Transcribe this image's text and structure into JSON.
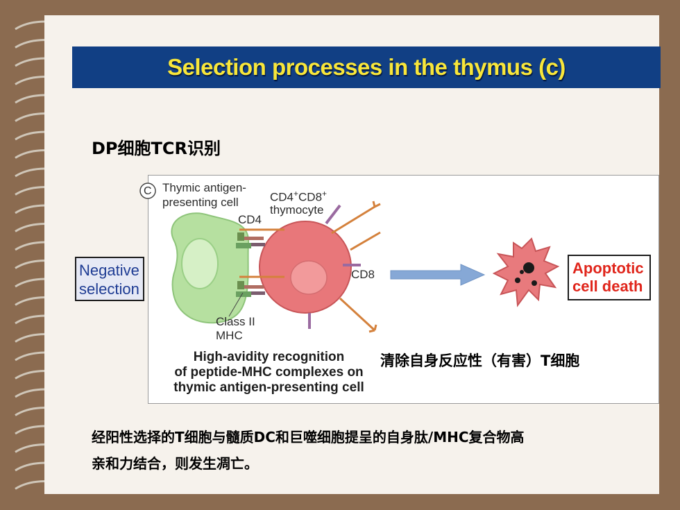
{
  "slide": {
    "title": "Selection processes in the thymus (c)",
    "heading": "DP细胞TCR识别",
    "panel_letter": "C",
    "labels": {
      "thymic_apc_1": "Thymic antigen-",
      "thymic_apc_2": "presenting cell",
      "cd4": "CD4",
      "thymocyte_1": "CD4",
      "thymocyte_sup1": "+",
      "thymocyte_mid": "CD8",
      "thymocyte_sup2": "+",
      "thymocyte_2": "thymocyte",
      "cd8": "CD8",
      "class2_1": "Class II",
      "class2_2": "MHC"
    },
    "negative_selection": [
      "Negative",
      "selection"
    ],
    "apoptotic": [
      "Apoptotic",
      "cell death"
    ],
    "caption": [
      "High-avidity recognition",
      "of peptide-MHC complexes on",
      "thymic antigen-presenting cell"
    ],
    "cn_side": "清除自身反应性（有害）T细胞",
    "cn_bottom_1": "经阳性选择的T细胞与髓质DC和巨噬细胞提呈的自身肽/MHC复合物高",
    "cn_bottom_2": "亲和力结合，则发生凋亡。"
  },
  "colors": {
    "background": "#8b6b50",
    "title_bar": "#113f84",
    "title_text": "#f8e63a",
    "apc_cell": "#b6e0a0",
    "thymocyte": "#e8777a",
    "arrow": "#86a8d6",
    "apoptotic_red": "#e0251b",
    "negative_blue": "#1d3b93"
  }
}
